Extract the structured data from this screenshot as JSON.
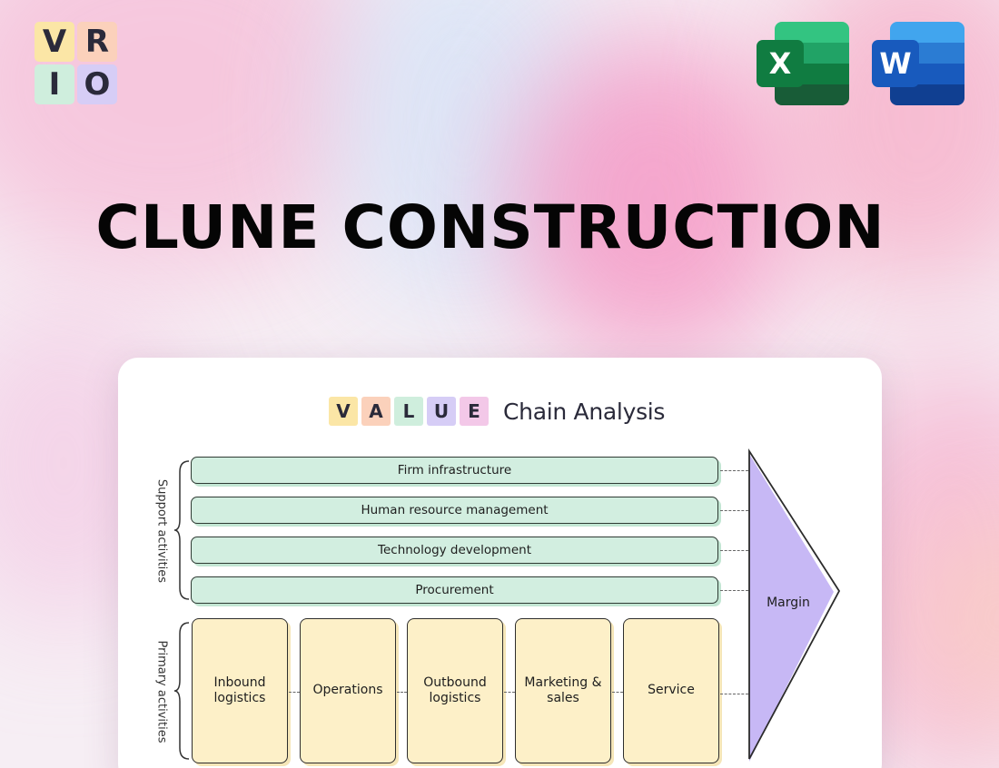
{
  "logo": {
    "letters": [
      "V",
      "R",
      "I",
      "O"
    ]
  },
  "app_icons": {
    "excel_letter": "X",
    "word_letter": "W"
  },
  "main_title": "CLUNE CONSTRUCTION",
  "card": {
    "header_letters": [
      "V",
      "A",
      "L",
      "U",
      "E"
    ],
    "header_title": "Chain Analysis",
    "support_label": "Support activities",
    "primary_label": "Primary activities",
    "support_activities": [
      "Firm infrastructure",
      "Human resource management",
      "Technology development",
      "Procurement"
    ],
    "primary_activities": [
      "Inbound logistics",
      "Operations",
      "Outbound logistics",
      "Marketing & sales",
      "Service"
    ],
    "margin_label": "Margin"
  },
  "colors": {
    "support_fill": "#d2eee0",
    "primary_fill": "#fdf0c8",
    "margin_fill": "#c7b8f5",
    "excel_green": "#107c41",
    "word_blue": "#185abd"
  },
  "icons": [
    "vrio-logo-icon",
    "excel-icon",
    "word-icon"
  ]
}
